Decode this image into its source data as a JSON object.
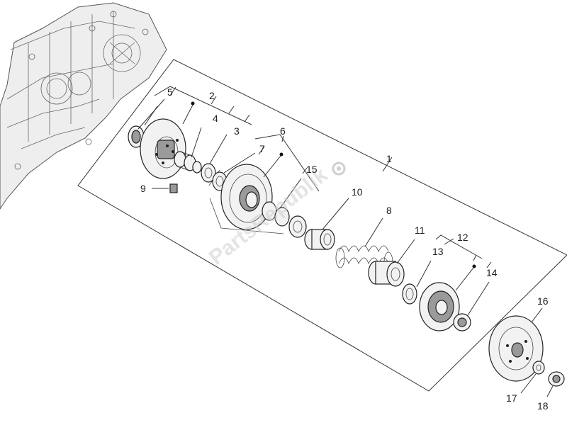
{
  "watermark": "PartsRepublik",
  "callouts": [
    {
      "id": "1",
      "label": "1"
    },
    {
      "id": "2",
      "label": "2"
    },
    {
      "id": "3",
      "label": "3"
    },
    {
      "id": "4",
      "label": "4"
    },
    {
      "id": "5",
      "label": "5"
    },
    {
      "id": "6",
      "label": "6"
    },
    {
      "id": "7",
      "label": "7"
    },
    {
      "id": "8",
      "label": "8"
    },
    {
      "id": "9",
      "label": "9"
    },
    {
      "id": "10",
      "label": "10"
    },
    {
      "id": "11",
      "label": "11"
    },
    {
      "id": "12",
      "label": "12"
    },
    {
      "id": "13",
      "label": "13"
    },
    {
      "id": "14",
      "label": "14"
    },
    {
      "id": "15",
      "label": "15"
    },
    {
      "id": "16",
      "label": "16"
    },
    {
      "id": "17",
      "label": "17"
    },
    {
      "id": "18",
      "label": "18"
    }
  ]
}
